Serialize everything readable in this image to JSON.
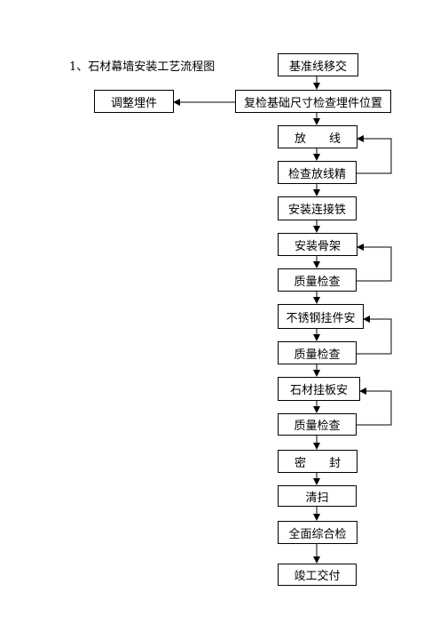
{
  "title": "1、石材幕墙安装工艺流程图",
  "nodes": {
    "n1": "基准线移交",
    "n2": "复检基础尺寸检查埋件位置",
    "side": "调整埋件",
    "n3": "放　　线",
    "n4": "检查放线精",
    "n5": "安装连接铁",
    "n6": "安装骨架",
    "n7": "质量检查",
    "n8": "不锈钢挂件安",
    "n9": "质量检查",
    "n10": "石材挂板安",
    "n11": "质量检查",
    "n12": "密　　封",
    "n13": "清扫",
    "n14": "全面综合检",
    "n15": "竣工交付"
  }
}
